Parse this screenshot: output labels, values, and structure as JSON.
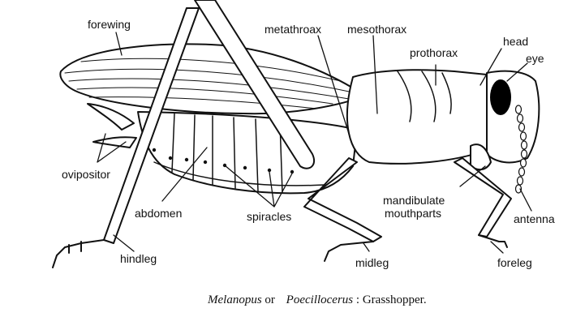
{
  "figure": {
    "subject": "Grasshopper lateral view",
    "labels": {
      "forewing": "forewing",
      "metathorax": "metathroax",
      "mesothorax": "mesothorax",
      "prothorax": "prothorax",
      "head": "head",
      "eye": "eye",
      "ovipositor": "ovipositor",
      "abdomen": "abdomen",
      "spiracles": "spiracles",
      "mandibulate_line1": "mandibulate",
      "mandibulate_line2": "mouthparts",
      "antenna": "antenna",
      "hindleg": "hindleg",
      "midleg": "midleg",
      "foreleg": "foreleg"
    }
  },
  "caption": {
    "genus1": "Melanopus",
    "conj": "or",
    "genus2": "Poecillocerus",
    "sep": ":",
    "common": "Grasshopper."
  },
  "colors": {
    "ink": "#111111",
    "eye": "#000000",
    "background": "#ffffff"
  }
}
